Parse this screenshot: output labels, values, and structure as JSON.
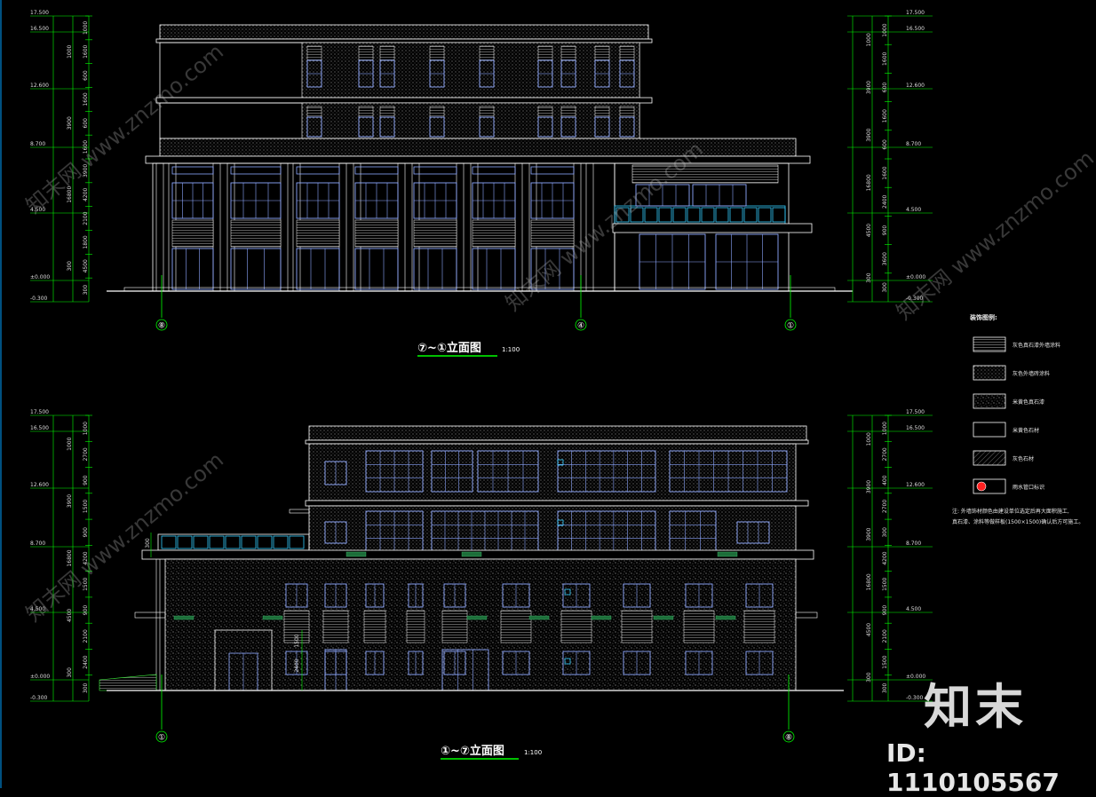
{
  "colors": {
    "background": "#000000",
    "line": "#ffffff",
    "axis": "#00ff00",
    "window": "#8ea8ff",
    "glass": "#33ccff",
    "hatch": "#7a7a7a",
    "marker": "#ff2020"
  },
  "elevation_top": {
    "title": "⑦~①立面图",
    "scale": "1:100",
    "grid_labels": [
      "⑧",
      "④",
      "①"
    ],
    "left_levels": [
      "17.500",
      "16.500",
      "12.600",
      "8.700",
      "4.500",
      "±0.000",
      "-0.300"
    ],
    "left_dims_inner": [
      "1000",
      "1600",
      "600",
      "1600",
      "600",
      "1600",
      "3900",
      "4200",
      "2100",
      "1800",
      "4500",
      "300"
    ],
    "left_dims_outer": [
      "1000",
      "3900",
      "16800",
      "300"
    ],
    "right_levels": [
      "17.500",
      "16.500",
      "12.600",
      "8.700",
      "4.500",
      "±0.000",
      "-0.300"
    ],
    "right_dims_inner": [
      "1000",
      "1600",
      "600",
      "1600",
      "600",
      "1600",
      "2400",
      "900",
      "3600",
      "300"
    ],
    "right_dims_outer": [
      "1000",
      "3900",
      "3900",
      "16800",
      "4500",
      "300"
    ]
  },
  "elevation_bottom": {
    "title": "①~⑦立面图",
    "scale": "1:100",
    "grid_labels": [
      "①",
      "⑧"
    ],
    "left_levels": [
      "17.500",
      "16.500",
      "12.600",
      "8.700",
      "4.500",
      "±0.000",
      "-0.300"
    ],
    "left_dims_inner": [
      "1000",
      "2700",
      "900",
      "1500",
      "900",
      "4200",
      "1500",
      "900",
      "2100",
      "2400",
      "300"
    ],
    "left_dims_outer": [
      "1000",
      "3900",
      "16800",
      "4500",
      "300"
    ],
    "right_levels": [
      "17.500",
      "16.500",
      "12.600",
      "8.700",
      "4.500",
      "±0.000",
      "-0.300"
    ],
    "right_dims_inner": [
      "1000",
      "2700",
      "400",
      "2700",
      "300",
      "4200",
      "1500",
      "900",
      "2100",
      "1500",
      "300"
    ],
    "right_dims_outer": [
      "1000",
      "3900",
      "3900",
      "16800",
      "4500",
      "300"
    ],
    "inner_dims": [
      "300",
      "2400",
      "1500"
    ]
  },
  "legend": {
    "heading": "装饰图例:",
    "items": [
      {
        "pattern": "lines",
        "label": "灰色真石漆外墙涂料"
      },
      {
        "pattern": "dots",
        "label": "灰色外墙砖涂料"
      },
      {
        "pattern": "speckle",
        "label": "米黄色真石漆"
      },
      {
        "pattern": "blank",
        "label": "米黄色石材"
      },
      {
        "pattern": "hatch",
        "label": "灰色石材"
      },
      {
        "pattern": "marker",
        "label": "雨水管口标识"
      }
    ],
    "note_line1": "注: 外墙饰材颜色由建设单位选定后再大面积施工,",
    "note_line2": "真石漆、涂料等做样板(1500×1500)确认后方可施工。"
  },
  "watermark": {
    "brand": "知末",
    "id_text": "ID: 1110105567",
    "diag_text": "知末网 www.znzmo.com"
  }
}
